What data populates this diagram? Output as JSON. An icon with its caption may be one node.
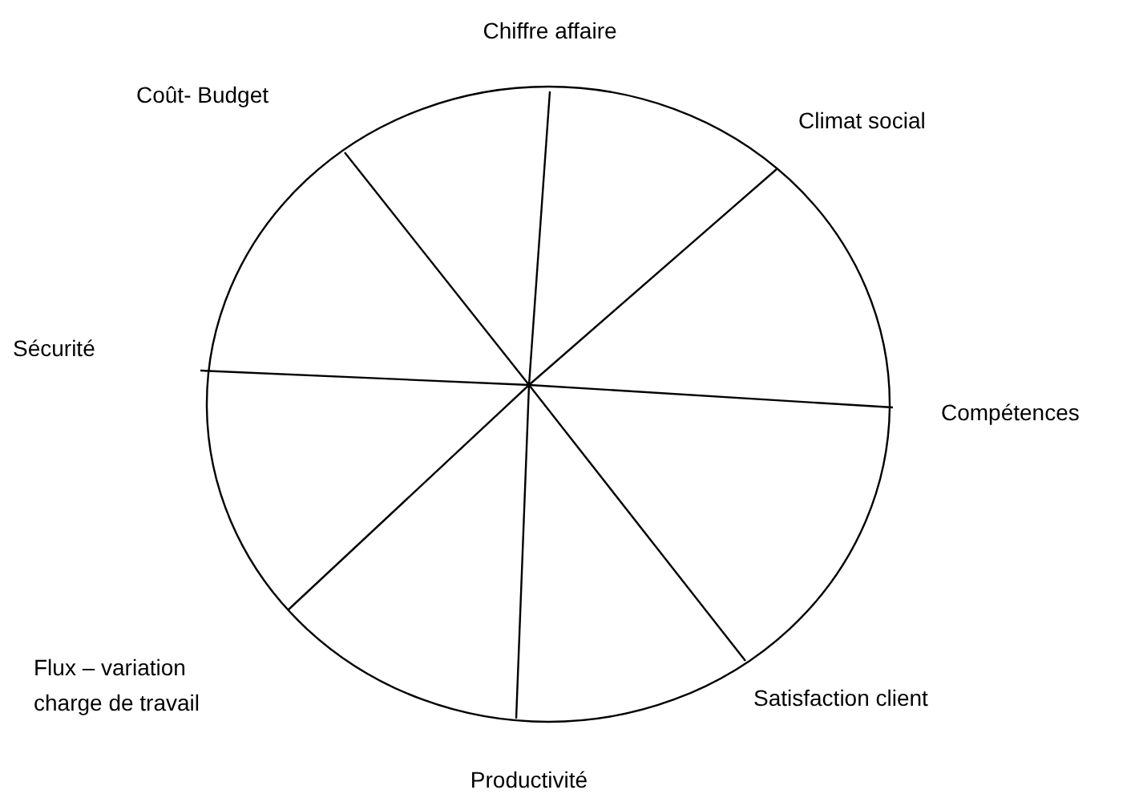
{
  "diagram": {
    "labels": [
      "Chiffre affaire",
      "Coût- Budget",
      "Climat social",
      "Sécurité",
      "Compétences",
      "Flux – variation charge de travail",
      "Satisfaction client",
      "Productivité"
    ]
  }
}
